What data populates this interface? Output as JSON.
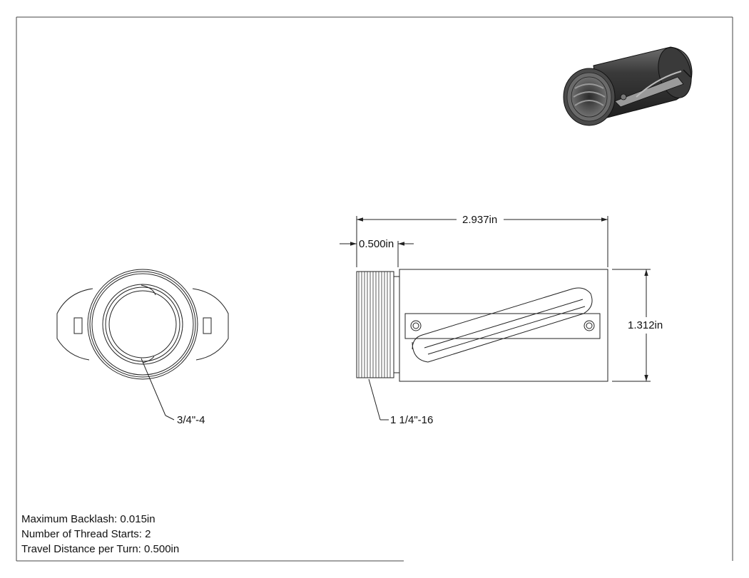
{
  "dimensions": {
    "overall_length": "2.937in",
    "thread_length": "0.500in",
    "diameter": "1.312in"
  },
  "callouts": {
    "lead_screw_thread": "3/4\"-4",
    "external_thread": "1 1/4\"-16"
  },
  "notes": [
    {
      "label": "Maximum Backlash",
      "value": "0.015in"
    },
    {
      "label": "Number of Thread Starts",
      "value": "2"
    },
    {
      "label": "Travel Distance per Turn",
      "value": "0.500in"
    }
  ],
  "note_lines": [
    "Maximum Backlash: 0.015in",
    "Number of Thread Starts: 2",
    "Travel Distance per Turn: 0.500in"
  ]
}
